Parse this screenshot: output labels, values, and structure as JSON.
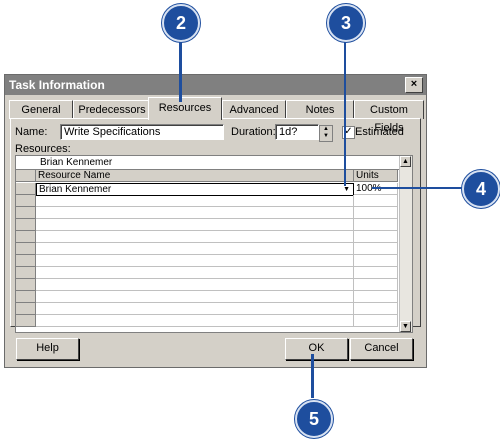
{
  "dialog": {
    "title": "Task Information",
    "close_glyph": "×",
    "tabs": [
      "General",
      "Predecessors",
      "Resources",
      "Advanced",
      "Notes",
      "Custom Fields"
    ],
    "name_label": "Name:",
    "name_value": "Write Specifications",
    "duration_label": "Duration:",
    "duration_value": "1d?",
    "estimated_label": "Estimated",
    "estimated_checked": true,
    "resources_label": "Resources:",
    "edit_value": "Brian Kennemer",
    "columns": [
      "Resource Name",
      "Units"
    ],
    "rows": [
      {
        "name": "Brian Kennemer",
        "units": "100%"
      }
    ],
    "help_label": "Help",
    "ok_label": "OK",
    "cancel_label": "Cancel"
  },
  "callouts": [
    "2",
    "3",
    "4",
    "5"
  ],
  "colors": {
    "callout": "#1e4e9e",
    "titlebar": "#808080",
    "dialog": "#d4d0c8"
  }
}
